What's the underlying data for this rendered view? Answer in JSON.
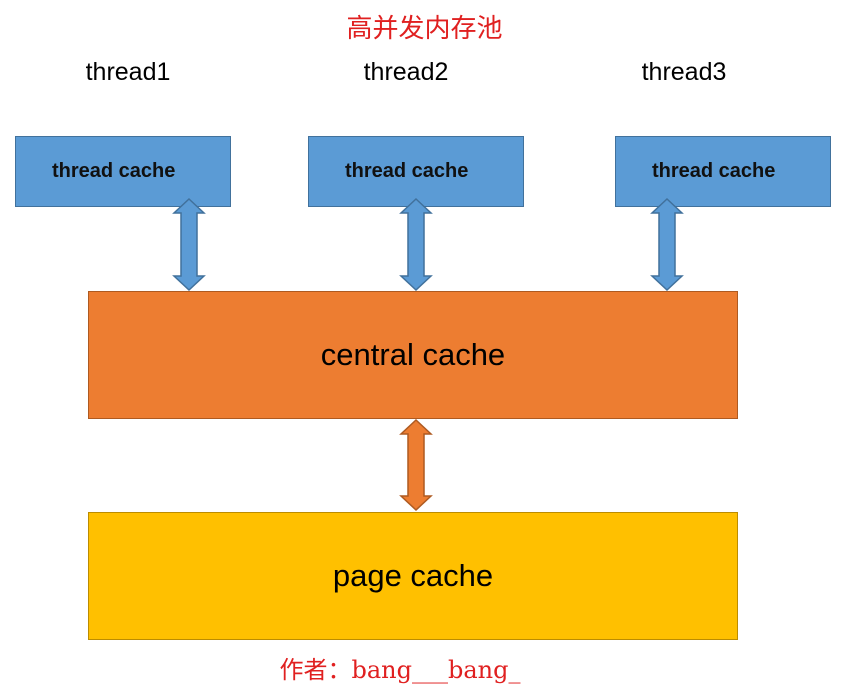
{
  "title": "高并发内存池",
  "threads": [
    {
      "label": "thread1",
      "cache_label": "thread cache"
    },
    {
      "label": "thread2",
      "cache_label": "thread cache"
    },
    {
      "label": "thread3",
      "cache_label": "thread cache"
    }
  ],
  "central_cache": {
    "label": "central cache"
  },
  "page_cache": {
    "label": "page cache"
  },
  "author": "作者：bang___bang_",
  "colors": {
    "title": "#e02020",
    "thread_cache_fill": "#5b9bd5",
    "central_cache_fill": "#ed7d31",
    "page_cache_fill": "#ffc000",
    "blue_arrow": "#5b9bd5",
    "orange_arrow": "#ed7d31"
  }
}
